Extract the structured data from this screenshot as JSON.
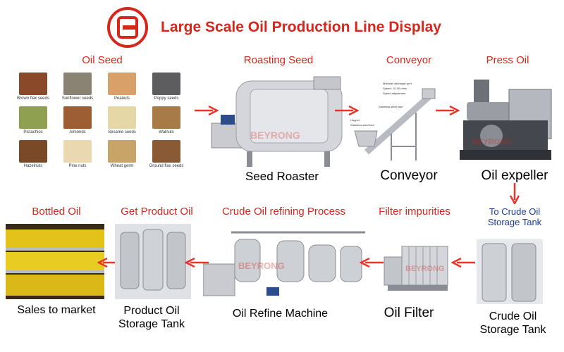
{
  "title": "Large Scale Oil Production Line Display",
  "colors": {
    "accent": "#d7261c",
    "arrow": "#e8342a"
  },
  "top_labels": {
    "oil_seed": "Oil Seed",
    "roasting": "Roasting Seed",
    "conveyor": "Conveyor",
    "press": "Press Oil"
  },
  "machine_labels": {
    "roaster": "Seed Roaster",
    "conveyor": "Conveyor",
    "expeller": "Oil expeller"
  },
  "to_storage": {
    "line1": "To Crude Oil",
    "line2": "Storage Tank"
  },
  "mid_labels": {
    "bottled": "Bottled Oil",
    "get_product": "Get Product Oil",
    "refining": "Crude Oil refining Process",
    "filter": "Filter impurities"
  },
  "bottom_labels": {
    "sales": "Sales to market",
    "product_tank_1": "Product Oil",
    "product_tank_2": "Storage Tank",
    "refine_machine": "Oil Refine Machine",
    "oil_filter": "Oil Filter",
    "crude_tank_1": "Crude Oil",
    "crude_tank_2": "Storage Tank"
  },
  "seeds": [
    {
      "label": "Brown flax seeds",
      "color": "#8a4a2a"
    },
    {
      "label": "Sunflower seeds",
      "color": "#8a8272"
    },
    {
      "label": "Peanuts",
      "color": "#d9a06a"
    },
    {
      "label": "Poppy seeds",
      "color": "#5d5d5f"
    },
    {
      "label": "Pistachios",
      "color": "#8fa050"
    },
    {
      "label": "Almonds",
      "color": "#9c5e32"
    },
    {
      "label": "Sesame seeds",
      "color": "#e6d7a6"
    },
    {
      "label": "Walnuts",
      "color": "#a87a48"
    },
    {
      "label": "Hazelnuts",
      "color": "#7a4a26"
    },
    {
      "label": "Pine nuts",
      "color": "#ead9b0"
    },
    {
      "label": "Wheat germ",
      "color": "#c9a468"
    },
    {
      "label": "Ground flax seeds",
      "color": "#8a5a34"
    }
  ],
  "conveyor_notes": [
    "Material discharge port",
    "Speed: 10-30 r/min",
    "Speed adjustment",
    "Stainless steel pipe",
    "Hopper",
    "Stainless steel foot"
  ],
  "watermark": "BEYRONG"
}
